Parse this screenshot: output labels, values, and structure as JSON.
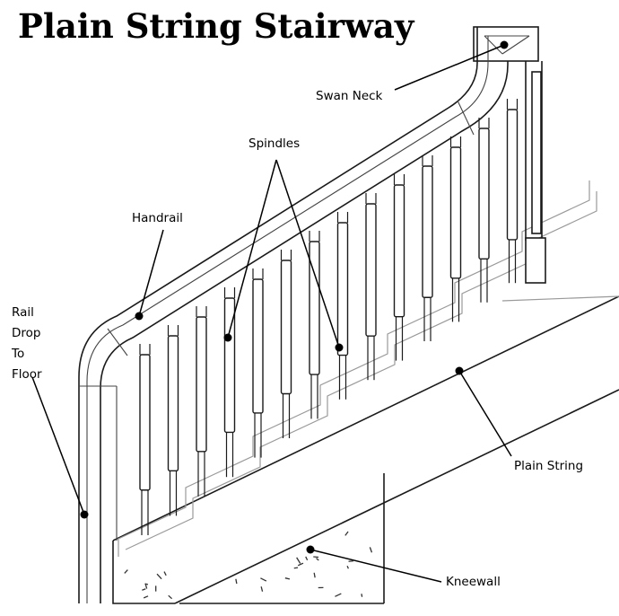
{
  "title": "Plain String Stairway",
  "labels": {
    "swan_neck": "Swan Neck",
    "spindles": "Spindles",
    "handrail": "Handrail",
    "rail_drop_1": "Rail",
    "rail_drop_2": "Drop",
    "rail_drop_3": "To",
    "rail_drop_4": "Floor",
    "plain_string": "Plain String",
    "kneewall": "Kneewall"
  }
}
